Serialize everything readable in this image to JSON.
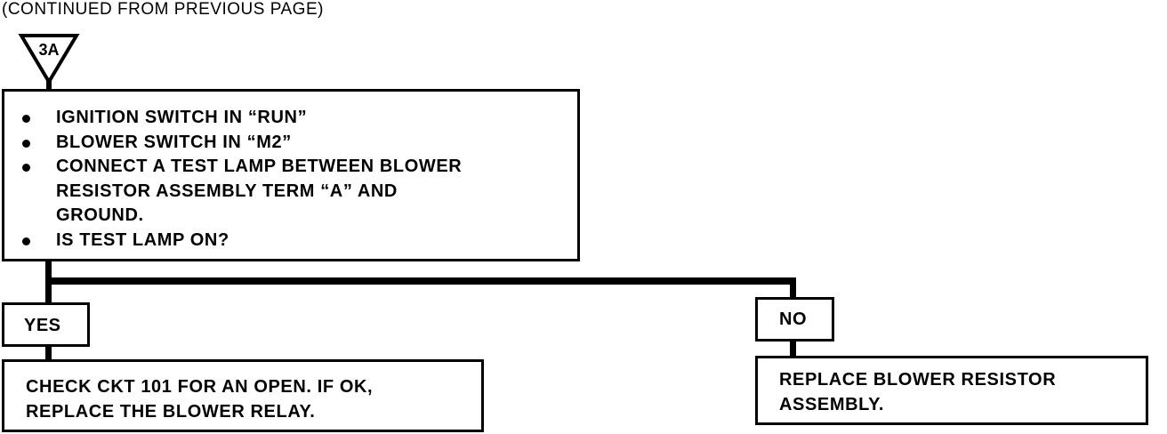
{
  "header": {
    "continued_text": "(CONTINUED FROM PREVIOUS PAGE)"
  },
  "connector": {
    "label": "3A"
  },
  "question_box": {
    "items": [
      "IGNITION SWITCH IN “RUN”",
      "BLOWER SWITCH IN “M2”",
      "CONNECT A TEST LAMP BETWEEN BLOWER\nRESISTOR ASSEMBLY TERM “A” AND\nGROUND.",
      "IS TEST LAMP ON?"
    ]
  },
  "yes_branch": {
    "label": "YES",
    "action": "CHECK CKT 101 FOR AN OPEN.  IF OK,\nREPLACE THE BLOWER RELAY."
  },
  "no_branch": {
    "label": "NO",
    "action": "REPLACE BLOWER RESISTOR\nASSEMBLY."
  }
}
